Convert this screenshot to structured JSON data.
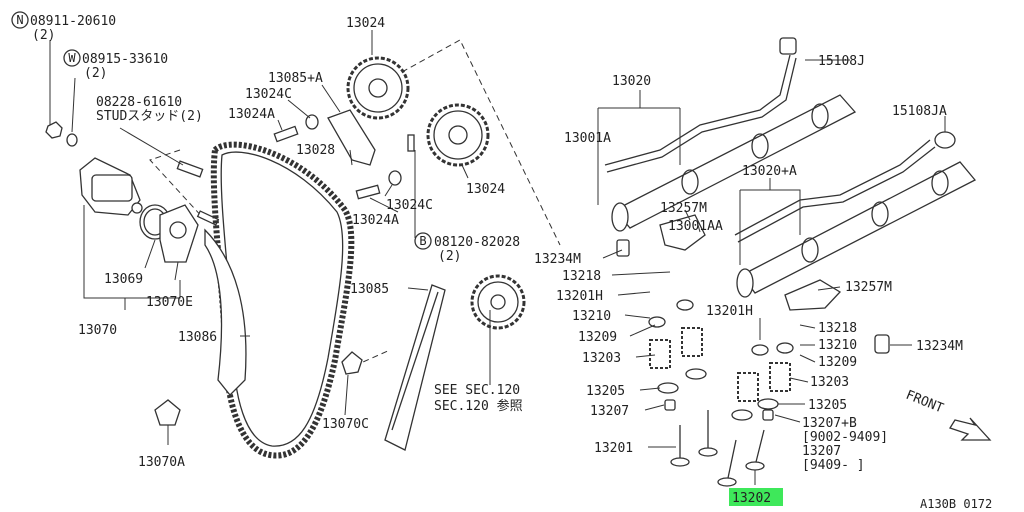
{
  "colors": {
    "highlight": "#3ee85a",
    "ink": "#222222"
  },
  "labels": {
    "n_circle": "N",
    "w_circle": "W",
    "b_circle": "B",
    "p08911": "08911-20610",
    "p08911_qty": "(2)",
    "p08915": "08915-33610",
    "p08915_qty": "(2)",
    "p08228": "08228-61610",
    "p08228_sub": "STUDスタッド(2)",
    "p13024_top": "13024",
    "p13085a": "13085+A",
    "p13024c_top": "13024C",
    "p13024a_top": "13024A",
    "p13028": "13028",
    "p13024_right": "13024",
    "p13024c_mid": "13024C",
    "p13024a_mid": "13024A",
    "p08120": "08120-82028",
    "p08120_qty": "(2)",
    "p13069": "13069",
    "p13070e": "13070E",
    "p13070": "13070",
    "p13086": "13086",
    "p13085": "13085",
    "p13070c": "13070C",
    "p13070a": "13070A",
    "see_sec_1": "SEE SEC.120",
    "see_sec_2": "SEC.120 参照",
    "p13020": "13020",
    "p15108j": "15108J",
    "p15108ja": "15108JA",
    "p13001a": "13001A",
    "p13020a": "13020+A",
    "p13257m_top": "13257M",
    "p13001aa": "13001AA",
    "p13234m_left": "13234M",
    "p13218_left": "13218",
    "p13201h_left": "13201H",
    "p13210_left": "13210",
    "p13209_left": "13209",
    "p13203_left": "13203",
    "p13205_left": "13205",
    "p13207_left": "13207",
    "p13201": "13201",
    "p13202": "13202",
    "p13257m_right": "13257M",
    "p13201h_right": "13201H",
    "p13218_right": "13218",
    "p13210_right": "13210",
    "p13209_right": "13209",
    "p13234m_right": "13234M",
    "p13203_right": "13203",
    "p13205_right": "13205",
    "p13207b": "13207+B",
    "p13207b_range": "[9002-9409]",
    "p13207": "13207",
    "p13207_range": "[9409-    ]",
    "front": "FRONT",
    "ref_code": "A130B 0172"
  }
}
